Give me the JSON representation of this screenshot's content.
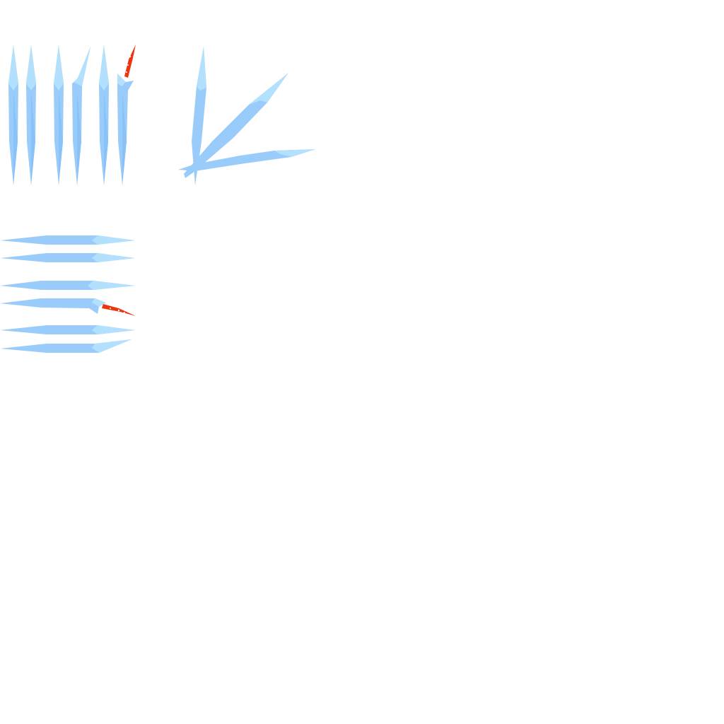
{
  "sprite_sheet": {
    "background": "#ffffff",
    "colors": {
      "blade_body": "#99ccfb",
      "blade_highlight": "#b3e0fd",
      "blade_shade": "#88c2f6",
      "cracked_tip": "#ee3311",
      "crack_specks": "#ffffff"
    },
    "groups": [
      {
        "name": "vertical-blades",
        "orientation": "vertical",
        "frames": [
          "intact",
          "intact",
          "intact",
          "tip-bent",
          "intact",
          "tip-cracked"
        ]
      },
      {
        "name": "fanned-blades",
        "orientation": "radial",
        "frames": [
          "blade-up",
          "blade-diagonal",
          "blade-flat"
        ]
      },
      {
        "name": "horizontal-blades",
        "orientation": "horizontal",
        "frames": [
          "intact",
          "intact",
          "intact",
          "tip-cracked",
          "intact",
          "tip-bent"
        ]
      }
    ]
  }
}
